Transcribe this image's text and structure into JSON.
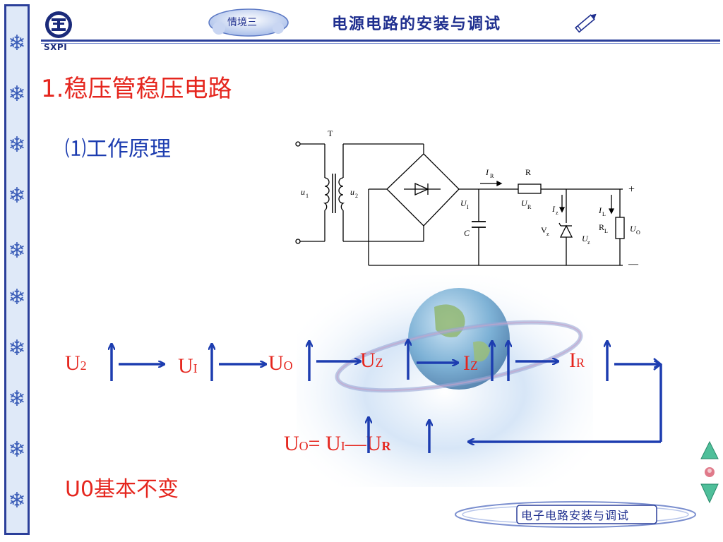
{
  "header": {
    "logo_text": "SXPI",
    "scene_label": "情境三",
    "title": "电源电路的安装与调试",
    "icons": [
      "sxpi-logo-icon",
      "pencil-icon"
    ]
  },
  "heading": "1.稳压管稳压电路",
  "subheading": "⑴工作原理",
  "circuit": {
    "labels": {
      "T": "T",
      "u1": "u",
      "u1_sub": "1",
      "u2": "u",
      "u2_sub": "2",
      "IR": "I",
      "IR_sub": "R",
      "R": "R",
      "UI": "U",
      "UI_sub": "I",
      "UR": "U",
      "UR_sub": "R",
      "Iz": "I",
      "Iz_sub": "z",
      "IL": "I",
      "IL_sub": "L",
      "C": "C",
      "Vz": "V",
      "Vz_sub": "z",
      "RL": "R",
      "RL_sub": "L",
      "Uz": "U",
      "Uz_sub": "z",
      "Uo": "U",
      "Uo_sub": "O",
      "plus": "+",
      "minus": "—"
    }
  },
  "flow": {
    "u2": "U",
    "u2_sub": "2",
    "ui": "U",
    "ui_sub": "I",
    "uo": "U",
    "uo_sub": "O",
    "uz": "U",
    "uz_sub": "Z",
    "iz": "I",
    "iz_sub": "Z",
    "ir": "I",
    "ir_sub": "R",
    "equation_lhs": "U",
    "equation_lhs_sub": "O",
    "equation_eq": "= U",
    "equation_ui_sub": "I",
    "equation_minus": "—U",
    "equation_ur_sub": "R"
  },
  "conclusion": "U0基本不变",
  "footer": {
    "label": "电子电路安装与调试"
  },
  "colors": {
    "accent_red": "#e5261e",
    "accent_blue": "#1d3db0",
    "frame_blue": "#2b3f9a"
  }
}
